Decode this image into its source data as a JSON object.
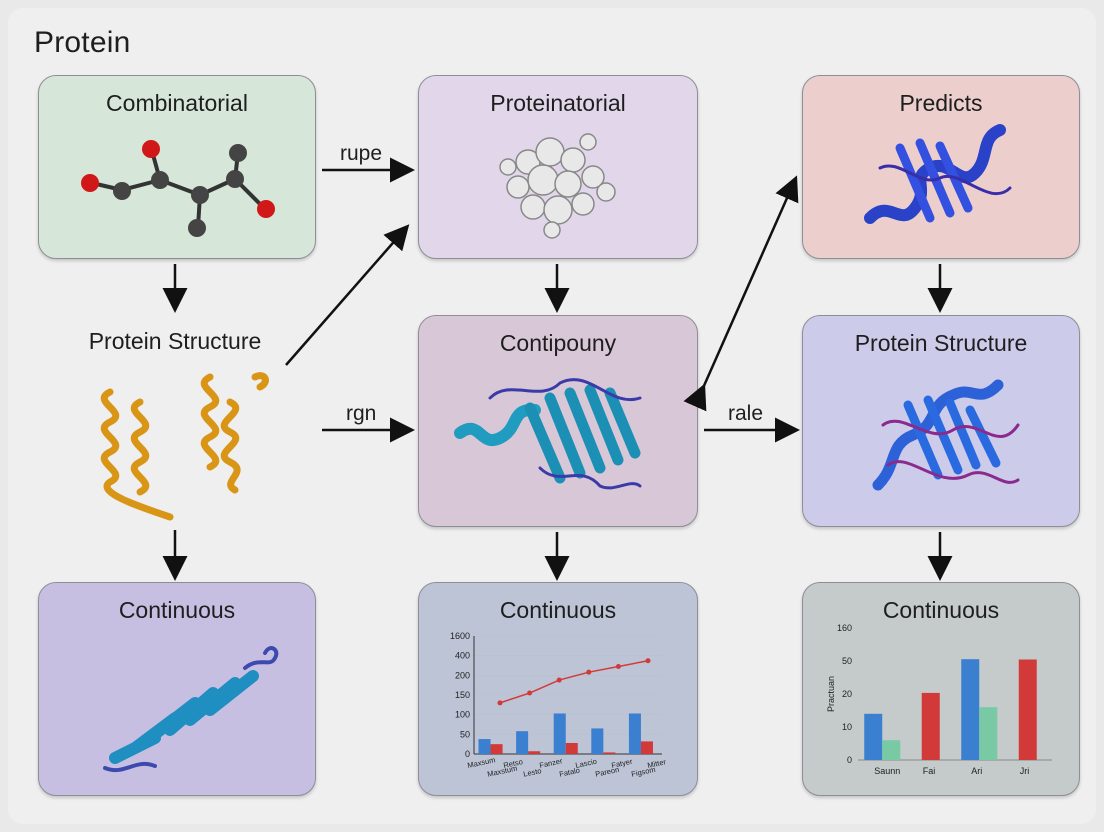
{
  "diagram": {
    "title": "Protein",
    "nodes": {
      "combinatorial": {
        "label": "Combinatorial",
        "color": "#d6e6d8"
      },
      "proteinatorial": {
        "label": "Proteinatorial",
        "color": "#e2d7ea"
      },
      "predicts": {
        "label": "Predicts",
        "color": "#eccfcc"
      },
      "protein_structure_left": {
        "label": "Protein Structure"
      },
      "contipouny": {
        "label": "Contipouny",
        "color": "#d8c8d7"
      },
      "protein_structure_right": {
        "label": "Protein Structure",
        "color": "#cccbea"
      },
      "continuous_left": {
        "label": "Continuous",
        "color": "#c7bfe1"
      },
      "continuous_mid": {
        "label": "Continuous",
        "color": "#bcc4d6"
      },
      "continuous_right": {
        "label": "Continuous",
        "color": "#c4cbca"
      }
    },
    "edges": [
      {
        "from": "combinatorial",
        "to": "proteinatorial",
        "label": "rupe"
      },
      {
        "from": "protein_structure_left",
        "to": "contipouny",
        "label": "rgn"
      },
      {
        "from": "contipouny",
        "to": "protein_structure_right",
        "label": "rale"
      },
      {
        "from": "protein_structure_left",
        "to": "proteinatorial",
        "label": ""
      },
      {
        "from": "contipouny",
        "to": "predicts",
        "label": "",
        "bidirectional": true
      }
    ]
  },
  "chart_data": [
    {
      "type": "bar",
      "name": "mid-panel chart",
      "y_ticks": [
        "1600",
        "400",
        "200",
        "150",
        "100",
        "50",
        "0"
      ],
      "categories": [
        "Maxsum",
        "Maxstum",
        "Retso",
        "Lesto",
        "Fanzer",
        "Fatalo",
        "Lascio",
        "Pareon",
        "Fatyer",
        "Figsom",
        "Mitter"
      ],
      "series": [
        {
          "color": "#3b7fd0",
          "values": [
            38,
            58,
            103,
            65,
            103
          ]
        },
        {
          "color": "#d23a3a",
          "values": [
            25,
            7,
            28,
            4,
            32
          ]
        }
      ],
      "line": {
        "color": "#d23a3a",
        "values": [
          130,
          155,
          188,
          232,
          290,
          348
        ]
      }
    },
    {
      "type": "bar",
      "name": "right-panel chart",
      "ylabel": "Practuan",
      "y_ticks": [
        "160",
        "50",
        "20",
        "10",
        "0"
      ],
      "categories": [
        "Saunn",
        "Fai",
        "Ari",
        "Jri"
      ],
      "series": [
        {
          "color": "#3b7fd0",
          "values": [
            14,
            null,
            56,
            null
          ]
        },
        {
          "color": "#78c9a4",
          "values": [
            6,
            null,
            16,
            null
          ]
        },
        {
          "color": "#d23a3a",
          "values": [
            null,
            21,
            null,
            55
          ]
        }
      ]
    }
  ]
}
